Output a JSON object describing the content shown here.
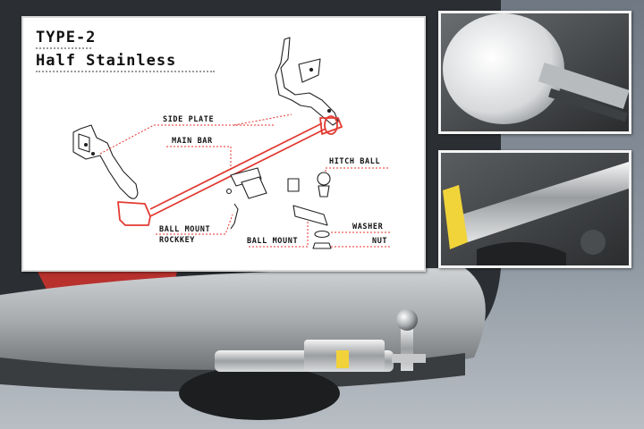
{
  "panel": {
    "title_line1": "TYPE-2",
    "title_line2": "Half Stainless"
  },
  "labels": {
    "side_plate": "SIDE PLATE",
    "main_bar": "MAIN BAR",
    "hitch_ball": "HITCH BALL",
    "ball_mount_rockkey_1": "BALL MOUNT",
    "ball_mount_rockkey_2": "ROCKKEY",
    "ball_mount": "BALL MOUNT",
    "washer": "WASHER",
    "nut": "NUT"
  },
  "colors": {
    "accent_red": "#e8312a",
    "diagram_red": "#e23b33",
    "panel_bg": "#ffffff",
    "car_body": "#2b2f33",
    "bumper_silver": "#b3b6b8",
    "sky": "#8c949d"
  }
}
